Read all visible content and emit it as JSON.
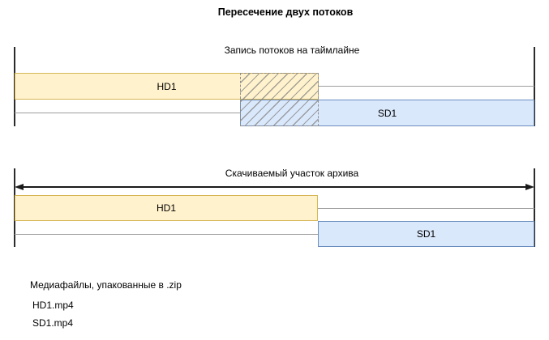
{
  "title": "Пересечение двух потоков",
  "colors": {
    "hd_fill": "#FFF2CC",
    "hd_border": "#D6B656",
    "sd_fill": "#DAE8FC",
    "sd_border": "#6C8EBF",
    "track_line": "#9E9E9E",
    "hatch_line": "#8F8F8F",
    "boundary_line": "#2B2B2B",
    "arrow": "#1A1A1A"
  },
  "timeline_recording": {
    "label": "Запись потоков на таймлайне",
    "hd_bar_label": "HD1",
    "sd_bar_label": "SD1"
  },
  "timeline_archive": {
    "label": "Скачиваемый участок архива",
    "hd_bar_label": "HD1",
    "sd_bar_label": "SD1"
  },
  "files": {
    "heading": "Медиафайлы, упакованные в .zip",
    "items": [
      "HD1.mp4",
      "SD1.mp4"
    ]
  }
}
